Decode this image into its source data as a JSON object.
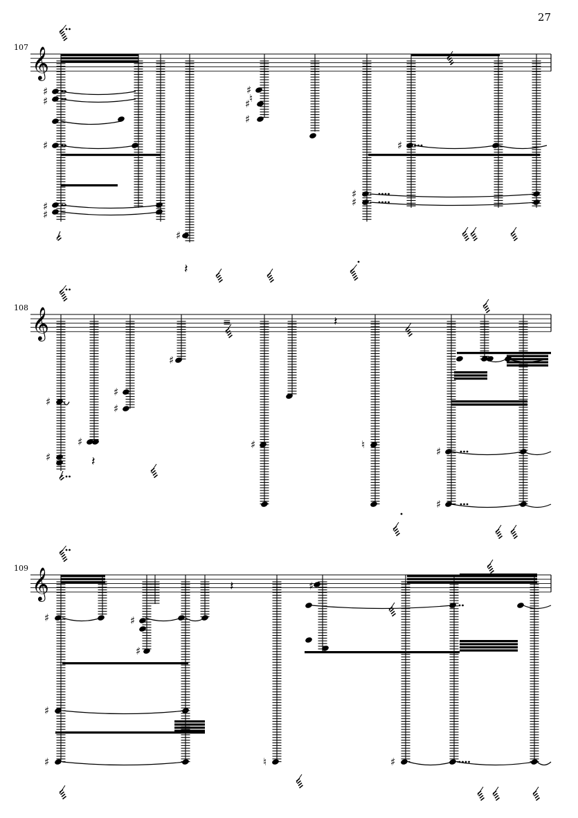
{
  "page": {
    "number": "27"
  },
  "systems": [
    {
      "measure": "107"
    },
    {
      "measure": "108"
    },
    {
      "measure": "109"
    }
  ],
  "clef": "treble",
  "colors": {
    "ink": "#000000",
    "paper": "#ffffff"
  }
}
